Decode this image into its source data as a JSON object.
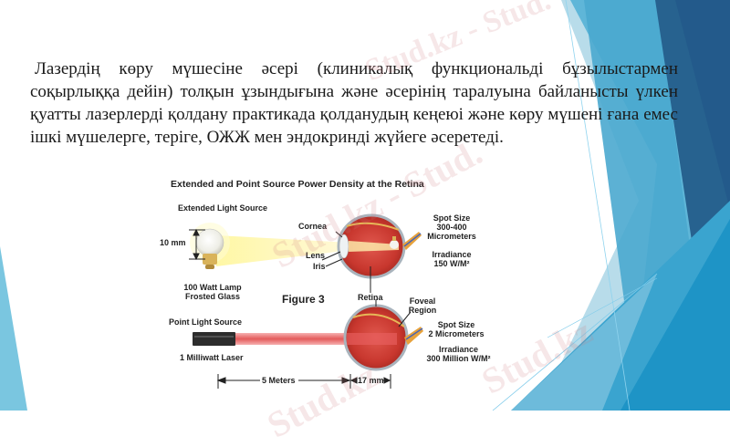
{
  "slide": {
    "body_text": "Лазердің көру мүшесіне әсері (клиникалық функциональді бұзылыстармен соқырлыққа дейін) толқын ұзындығына және әсерінің таралуына байланысты үлкен қуатты лазерлерді қолдану практикада қолданудың кеңеюі және көру мүшені ғана емес ішкі мүшелерге, теріге, ОЖЖ мен эндокринді жүйеге әсеретеді."
  },
  "figure": {
    "title": "Extended and Point Source Power Density at the Retina",
    "caption": "Figure 3",
    "extended_source": {
      "heading": "Extended Light Source",
      "size_label": "10 mm",
      "lamp_label_line1": "100 Watt Lamp",
      "lamp_label_line2": "Frosted Glass",
      "eye_labels": {
        "cornea": "Cornea",
        "lens": "Lens",
        "iris": "Iris",
        "retina": "Retina"
      },
      "spot_size_line1": "Spot Size",
      "spot_size_line2": "300-400",
      "spot_size_line3": "Micrometers",
      "irradiance_line1": "Irradiance",
      "irradiance_line2": "150 W/M²"
    },
    "point_source": {
      "heading": "Point Light Source",
      "laser_label": "1 Milliwatt Laser",
      "foveal_line1": "Foveal",
      "foveal_line2": "Region",
      "spot_size_line1": "Spot Size",
      "spot_size_line2": "2 Micrometers",
      "irradiance_line1": "Irradiance",
      "irradiance_line2": "300 Million W/M²",
      "distance_label": "5 Meters",
      "eye_length_label": "17 mm"
    }
  },
  "watermark": {
    "text_top": "Stud.kz - Stud.",
    "text_mid": "Stud.kz - Stud.",
    "text_right": "Stud.kz",
    "text_bottom": "Stud.kz"
  },
  "theme": {
    "dark_blue": "#27628f",
    "mid_blue": "#4aa8cf",
    "light_blue": "#79c3de",
    "pale_blue": "#b5dbe9",
    "bright_blue": "#1e94c6"
  }
}
